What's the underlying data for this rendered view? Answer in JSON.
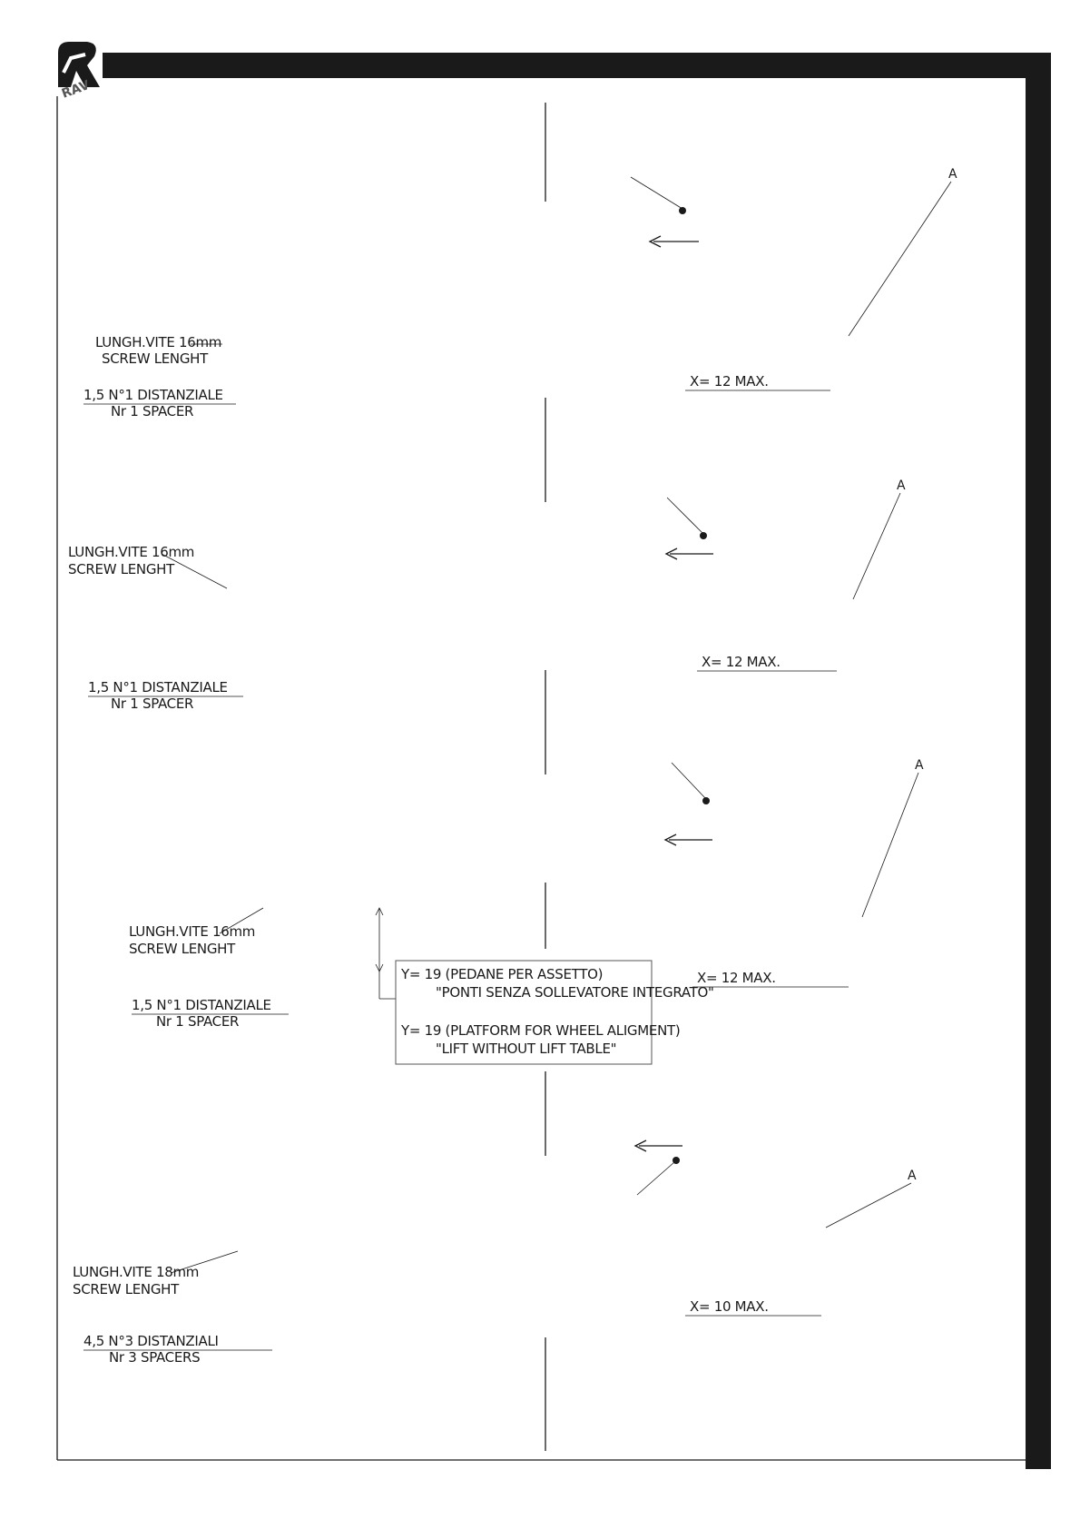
{
  "logo_text": "RAV",
  "left_column": [
    {
      "screw_label_1": "LUNGH.VITE 16mm",
      "screw_label_2": "SCREW LENGHT",
      "spacer_label_1": "1,5  N°1 DISTANZIALE",
      "spacer_label_2": "Nr 1 SPACER"
    },
    {
      "screw_label_1": "LUNGH.VITE 16mm",
      "screw_label_2": "SCREW LENGHT",
      "spacer_label_1": "1,5  N°1 DISTANZIALE",
      "spacer_label_2": "Nr 1 SPACER"
    },
    {
      "screw_label_1": "LUNGH.VITE 16mm",
      "screw_label_2": "SCREW LENGHT",
      "spacer_label_1": "1,5  N°1 DISTANZIALE",
      "spacer_label_2": "Nr 1 SPACER"
    },
    {
      "screw_label_1": "LUNGH.VITE 18mm",
      "screw_label_2": "SCREW LENGHT",
      "spacer_label_1": "4,5  N°3 DISTANZIALI",
      "spacer_label_2": "Nr 3 SPACERS"
    }
  ],
  "right_column": [
    {
      "x_label": "X=  12  MAX.",
      "detail_label": "A"
    },
    {
      "x_label": "X=  12  MAX.",
      "detail_label": "A"
    },
    {
      "x_label": "X=  12  MAX.",
      "detail_label": "A"
    },
    {
      "x_label": "X=  10  MAX.",
      "detail_label": "A"
    }
  ],
  "note_box": {
    "line_1": "Y= 19 (PEDANE PER ASSETTO)",
    "line_2": "\"PONTI SENZA SOLLEVATORE INTEGRATO\"",
    "line_3": "Y= 19 (PLATFORM FOR WHEEL ALIGMENT)",
    "line_4": "\"LIFT WITHOUT LIFT TABLE\""
  }
}
